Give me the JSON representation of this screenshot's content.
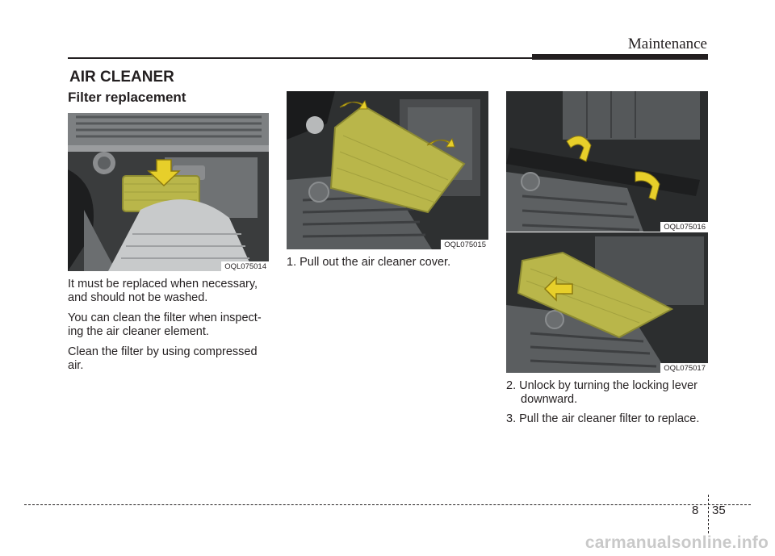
{
  "header": {
    "section_title": "Maintenance"
  },
  "section": {
    "title": "AIR CLEANER",
    "subtitle": "Filter replacement"
  },
  "figures": [
    {
      "code": "OQL075014"
    },
    {
      "code": "OQL075015"
    },
    {
      "code": "OQL075016"
    },
    {
      "code": "OQL075017"
    }
  ],
  "body": {
    "paragraphs": [
      "It must be replaced when necessary, and should not be washed.",
      "You can clean the filter when inspect-ing the air cleaner element.",
      "Clean the filter by using compressed air."
    ]
  },
  "steps": [
    "1. Pull out the air cleaner cover.",
    "2. Unlock by turning the locking lever downward.",
    "3. Pull the air cleaner filter to replace."
  ],
  "footer": {
    "chapter": "8",
    "page": "35"
  },
  "watermark": "carmanualsonline.info",
  "colors": {
    "highlight": "#b9b64a",
    "arrow": "#e7cf2a"
  }
}
